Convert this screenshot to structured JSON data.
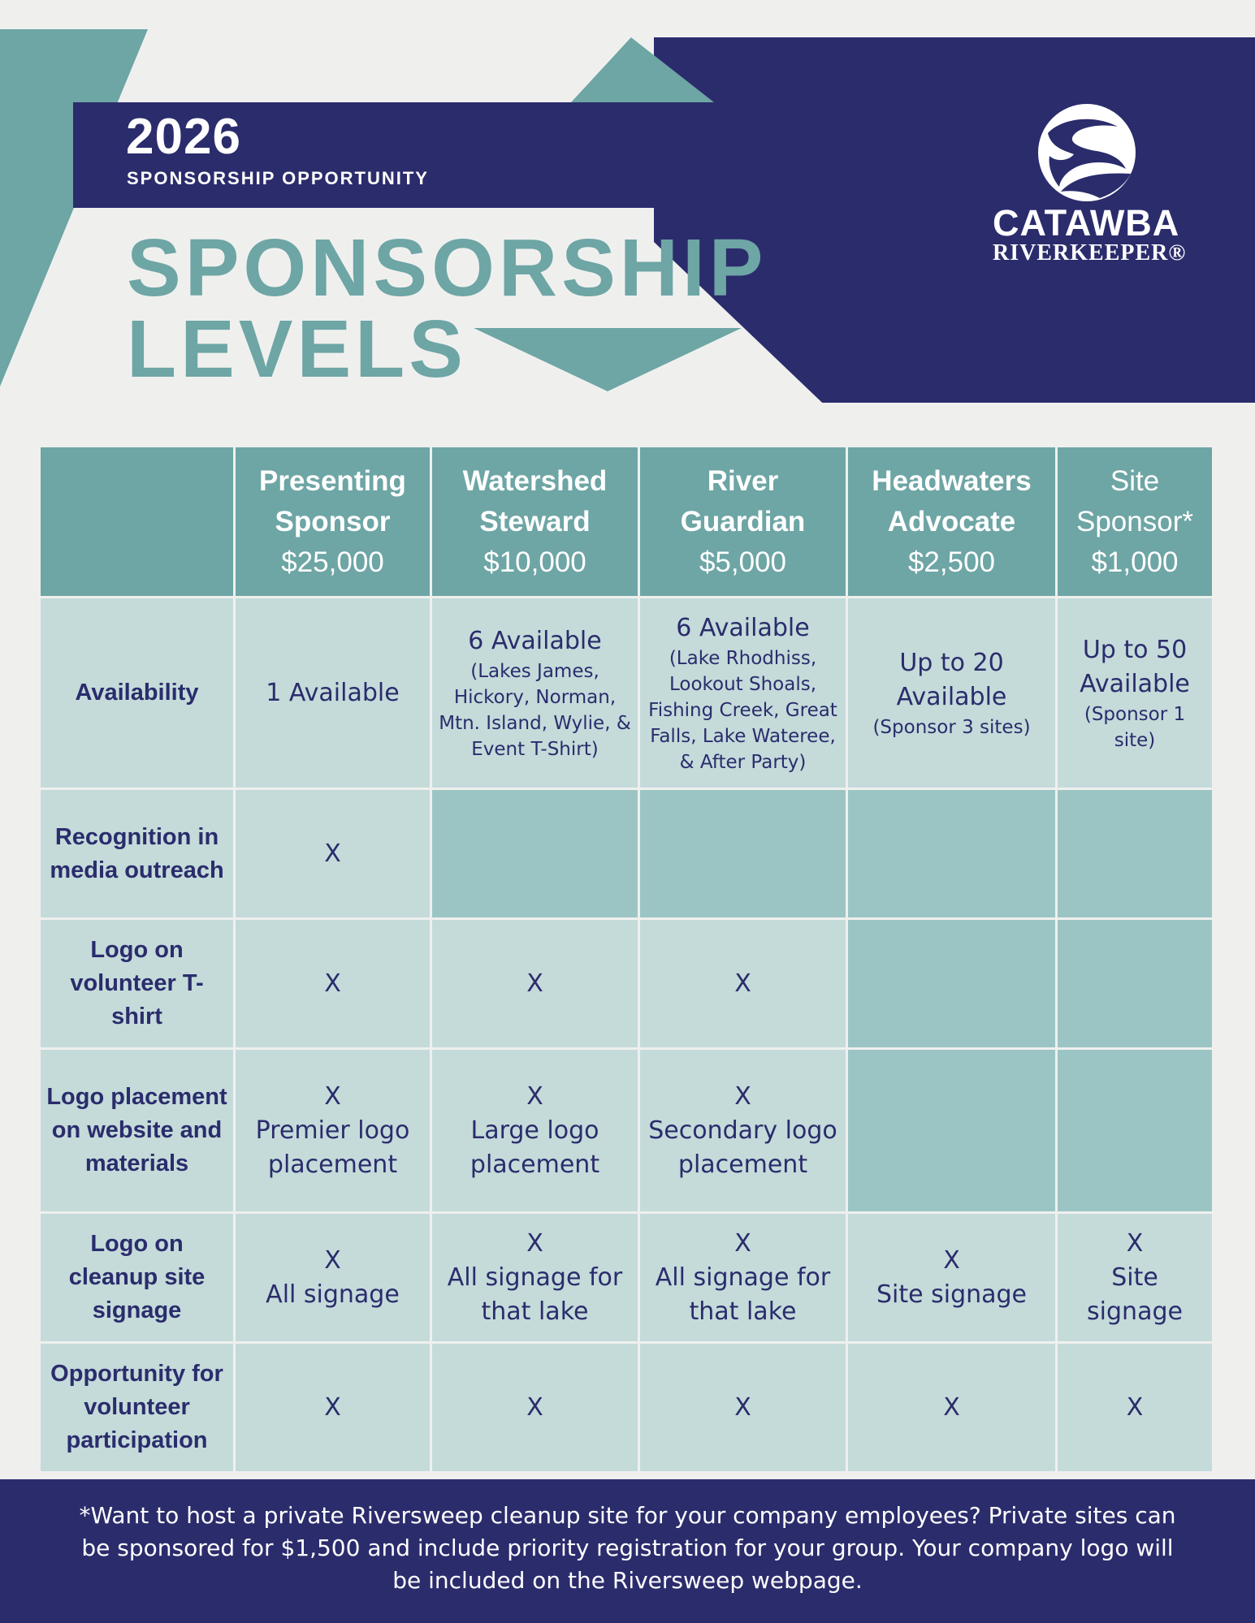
{
  "header": {
    "year": "2026",
    "subtitle": "SPONSORSHIP OPPORTUNITY",
    "title_line1": "SPONSORSHIP",
    "title_line2": "LEVELS",
    "colors": {
      "navy": "#2b2c6c",
      "teal": "#6ea5a5",
      "light_cell": "#c4dbda",
      "empty_cell": "#9bc5c4"
    }
  },
  "logo": {
    "line1": "CATAWBA",
    "line2": "RIVERKEEPER®",
    "icon": "river-swirl-icon"
  },
  "table": {
    "levels": [
      {
        "name_line1": "Presenting",
        "name_line2": "Sponsor",
        "price": "$25,000"
      },
      {
        "name_line1": "Watershed",
        "name_line2": "Steward",
        "price": "$10,000"
      },
      {
        "name_line1": "River",
        "name_line2": "Guardian",
        "price": "$5,000"
      },
      {
        "name_line1": "Headwaters",
        "name_line2": "Advocate",
        "price": "$2,500"
      },
      {
        "name_line1": "Site",
        "name_line2": "Sponsor*",
        "price": "$1,000"
      }
    ],
    "rows": [
      {
        "label": "Availability",
        "cells": [
          {
            "main": "1 Available",
            "sub": ""
          },
          {
            "main": "6 Available",
            "sub": "(Lakes James, Hickory, Norman, Mtn. Island, Wylie, & Event T-Shirt)"
          },
          {
            "main": "6 Available",
            "sub": "(Lake Rhodhiss, Lookout Shoals, Fishing Creek, Great Falls, Lake Wateree, & After Party)"
          },
          {
            "main": "Up to 20 Available",
            "sub": "(Sponsor 3 sites)"
          },
          {
            "main": "Up to 50 Available",
            "sub": "(Sponsor 1 site)"
          }
        ]
      },
      {
        "label": "Recognition in media outreach",
        "cells": [
          {
            "mark": "X",
            "detail": ""
          },
          null,
          null,
          null,
          null
        ]
      },
      {
        "label": "Logo on volunteer T-shirt",
        "cells": [
          {
            "mark": "X",
            "detail": ""
          },
          {
            "mark": "X",
            "detail": ""
          },
          {
            "mark": "X",
            "detail": ""
          },
          null,
          null
        ]
      },
      {
        "label": "Logo placement on website and materials",
        "cells": [
          {
            "mark": "X",
            "detail": "Premier logo placement"
          },
          {
            "mark": "X",
            "detail": "Large logo placement"
          },
          {
            "mark": "X",
            "detail": "Secondary logo placement"
          },
          null,
          null
        ]
      },
      {
        "label": "Logo on cleanup site signage",
        "cells": [
          {
            "mark": "X",
            "detail": "All signage"
          },
          {
            "mark": "X",
            "detail": "All signage for that lake"
          },
          {
            "mark": "X",
            "detail": "All signage for that lake"
          },
          {
            "mark": "X",
            "detail": "Site signage"
          },
          {
            "mark": "X",
            "detail": "Site signage"
          }
        ]
      },
      {
        "label": "Opportunity for volunteer participation",
        "cells": [
          {
            "mark": "X",
            "detail": ""
          },
          {
            "mark": "X",
            "detail": ""
          },
          {
            "mark": "X",
            "detail": ""
          },
          {
            "mark": "X",
            "detail": ""
          },
          {
            "mark": "X",
            "detail": ""
          }
        ]
      }
    ]
  },
  "footer": {
    "note": "*Want to host a private Riversweep cleanup site for your company employees? Private sites can be sponsored for $1,500 and include priority registration for your group. Your company logo will be included on the Riversweep webpage."
  }
}
